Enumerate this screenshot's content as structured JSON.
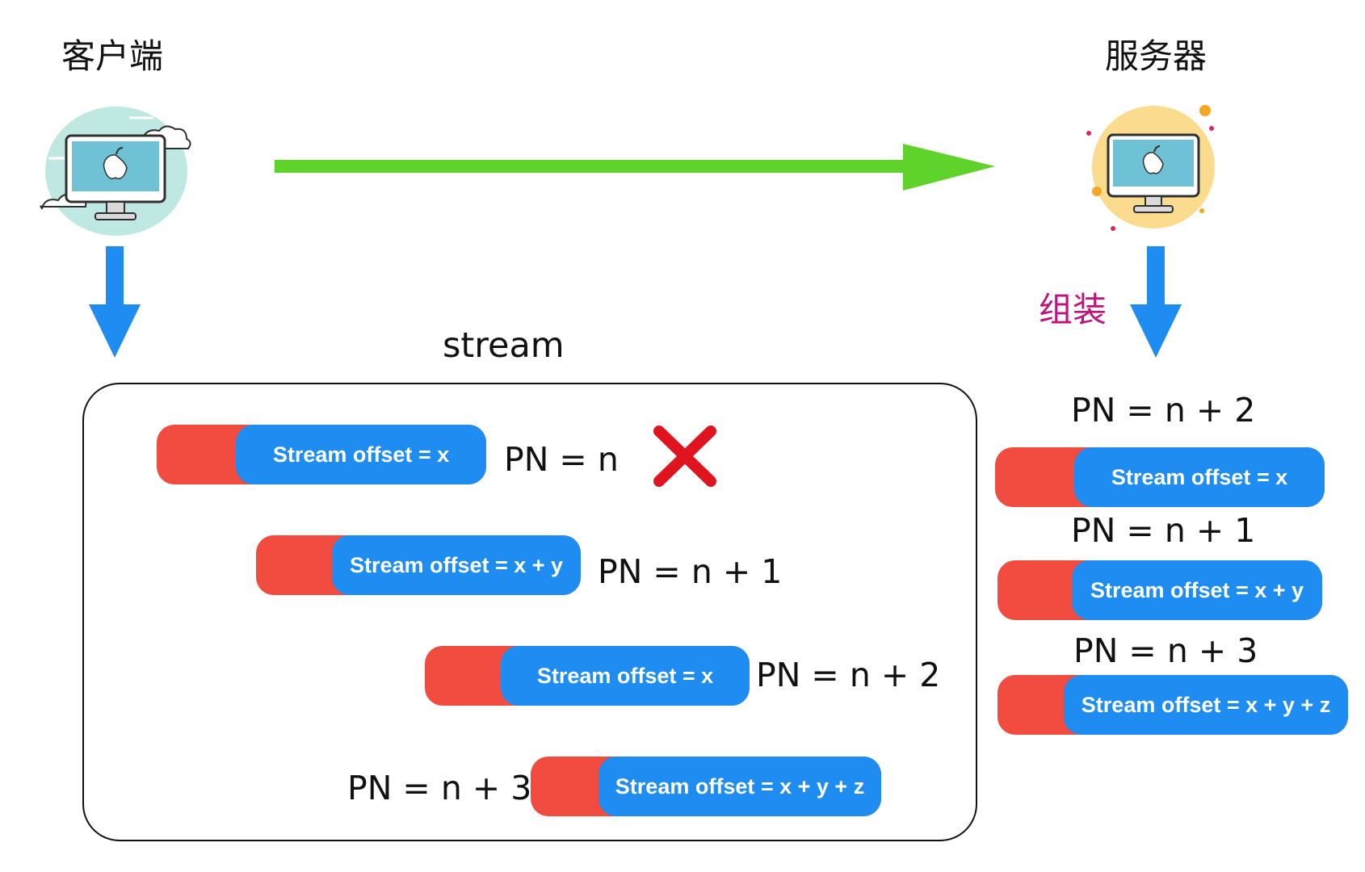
{
  "client": {
    "title": "客户端",
    "icon": "monitor-in-clouds-icon"
  },
  "server": {
    "title": "服务器",
    "icon": "monitor-in-sun-icon"
  },
  "server_action": "组装",
  "stream_label": "stream",
  "colors": {
    "packet_header": "#f24b3f",
    "packet_offset": "#1f8cf2",
    "transfer_arrow": "#5fd22c",
    "down_arrow": "#1f8cf2",
    "lost_mark": "#e0141e",
    "assemble_text": "#c0127a"
  },
  "sent_packets": [
    {
      "offset": "Stream offset = x",
      "pn": "PN = n",
      "lost": true
    },
    {
      "offset": "Stream offset = x + y",
      "pn": "PN = n + 1",
      "lost": false
    },
    {
      "offset": "Stream offset = x",
      "pn": "PN = n + 2",
      "lost": false
    },
    {
      "offset": "Stream offset = x + y + z",
      "pn": "PN = n + 3",
      "lost": false
    }
  ],
  "assembled_packets": [
    {
      "pn": "PN = n + 2",
      "offset": "Stream offset = x"
    },
    {
      "pn": "PN = n + 1",
      "offset": "Stream offset = x + y"
    },
    {
      "pn": "PN = n + 3",
      "offset": "Stream offset = x + y + z"
    }
  ]
}
